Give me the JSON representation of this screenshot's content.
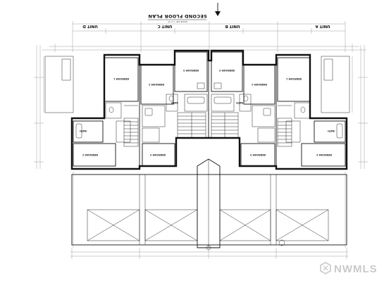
{
  "title": "SECOND FLOOR PLAN",
  "scale": "SCALE 1/8\" = 1'-0\"",
  "units": [
    "UNIT D",
    "UNIT C",
    "UNIT B",
    "UNIT A"
  ],
  "bedrooms": [
    "BEDROOM 1",
    "BEDROOM 2",
    "BEDROOM 3"
  ],
  "bath": "BATH",
  "watermark": "NWMLS",
  "colors": {
    "line": "#111111",
    "paper": "#ffffff",
    "watermark": "#c4c4c4"
  }
}
